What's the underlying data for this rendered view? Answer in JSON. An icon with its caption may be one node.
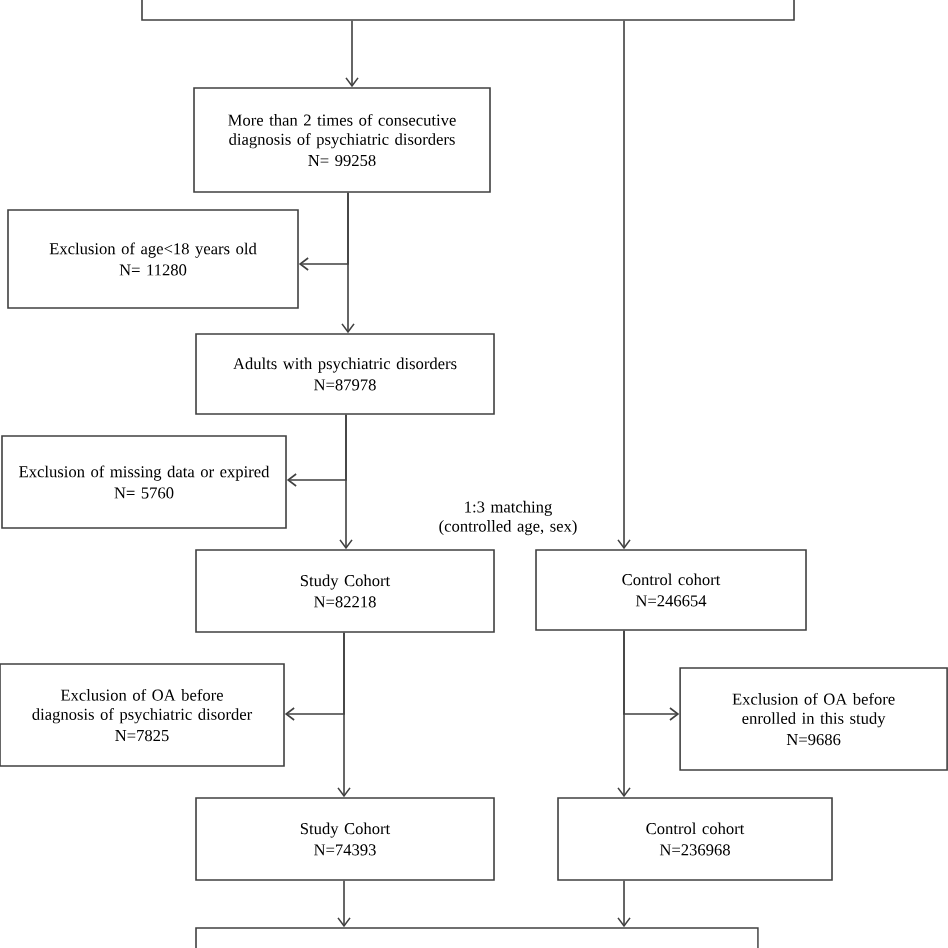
{
  "diagram": {
    "nodes": [
      {
        "text": [],
        "shape": "box"
      },
      {
        "text": [
          "More than 2 times of consecutive diagnosis of psychiatric disorders",
          "N= 99258"
        ]
      },
      {
        "text": [
          "Exclusion of age<18 years old",
          "N= 11280"
        ]
      },
      {
        "text": [
          "Adults with psychiatric disorders",
          "N=87978"
        ]
      },
      {
        "text": [
          "Exclusion of missing data or expired",
          "N= 5760"
        ]
      },
      {
        "text": [
          "Study Cohort",
          "N=82218"
        ]
      },
      {
        "text": [
          "Control cohort",
          "N=246654"
        ]
      },
      {
        "text": [
          "Exclusion of OA before diagnosis of psychiatric disorder",
          "N=7825"
        ]
      },
      {
        "text": [
          "Exclusion of OA before enrolled in this study",
          "N=9686"
        ]
      },
      {
        "text": [
          "Study Cohort",
          "N=74393"
        ]
      },
      {
        "text": [
          "Control cohort",
          "N=236968"
        ]
      },
      {
        "text": [],
        "shape": "box"
      }
    ],
    "edges": [
      {
        "from": 0,
        "to": 1,
        "arrow": "to"
      },
      {
        "from": 1,
        "to": 3,
        "arrow": "to"
      },
      {
        "from": 1,
        "to": 2,
        "arrow": "to"
      },
      {
        "from": 3,
        "to": 5,
        "arrow": "to"
      },
      {
        "from": 3,
        "to": 4,
        "arrow": "to"
      },
      {
        "from": 0,
        "to": 6,
        "arrow": "to"
      },
      {
        "from": 5,
        "to": 9,
        "arrow": "to"
      },
      {
        "from": 5,
        "to": 7,
        "arrow": "to"
      },
      {
        "from": 6,
        "to": 10,
        "arrow": "to"
      },
      {
        "from": 6,
        "to": 8,
        "arrow": "to"
      },
      {
        "from": 9,
        "to": 11,
        "arrow": "to"
      },
      {
        "from": 10,
        "to": 11,
        "arrow": "to"
      }
    ],
    "labels": [
      "1:3 matching (controlled age, sex)"
    ]
  }
}
